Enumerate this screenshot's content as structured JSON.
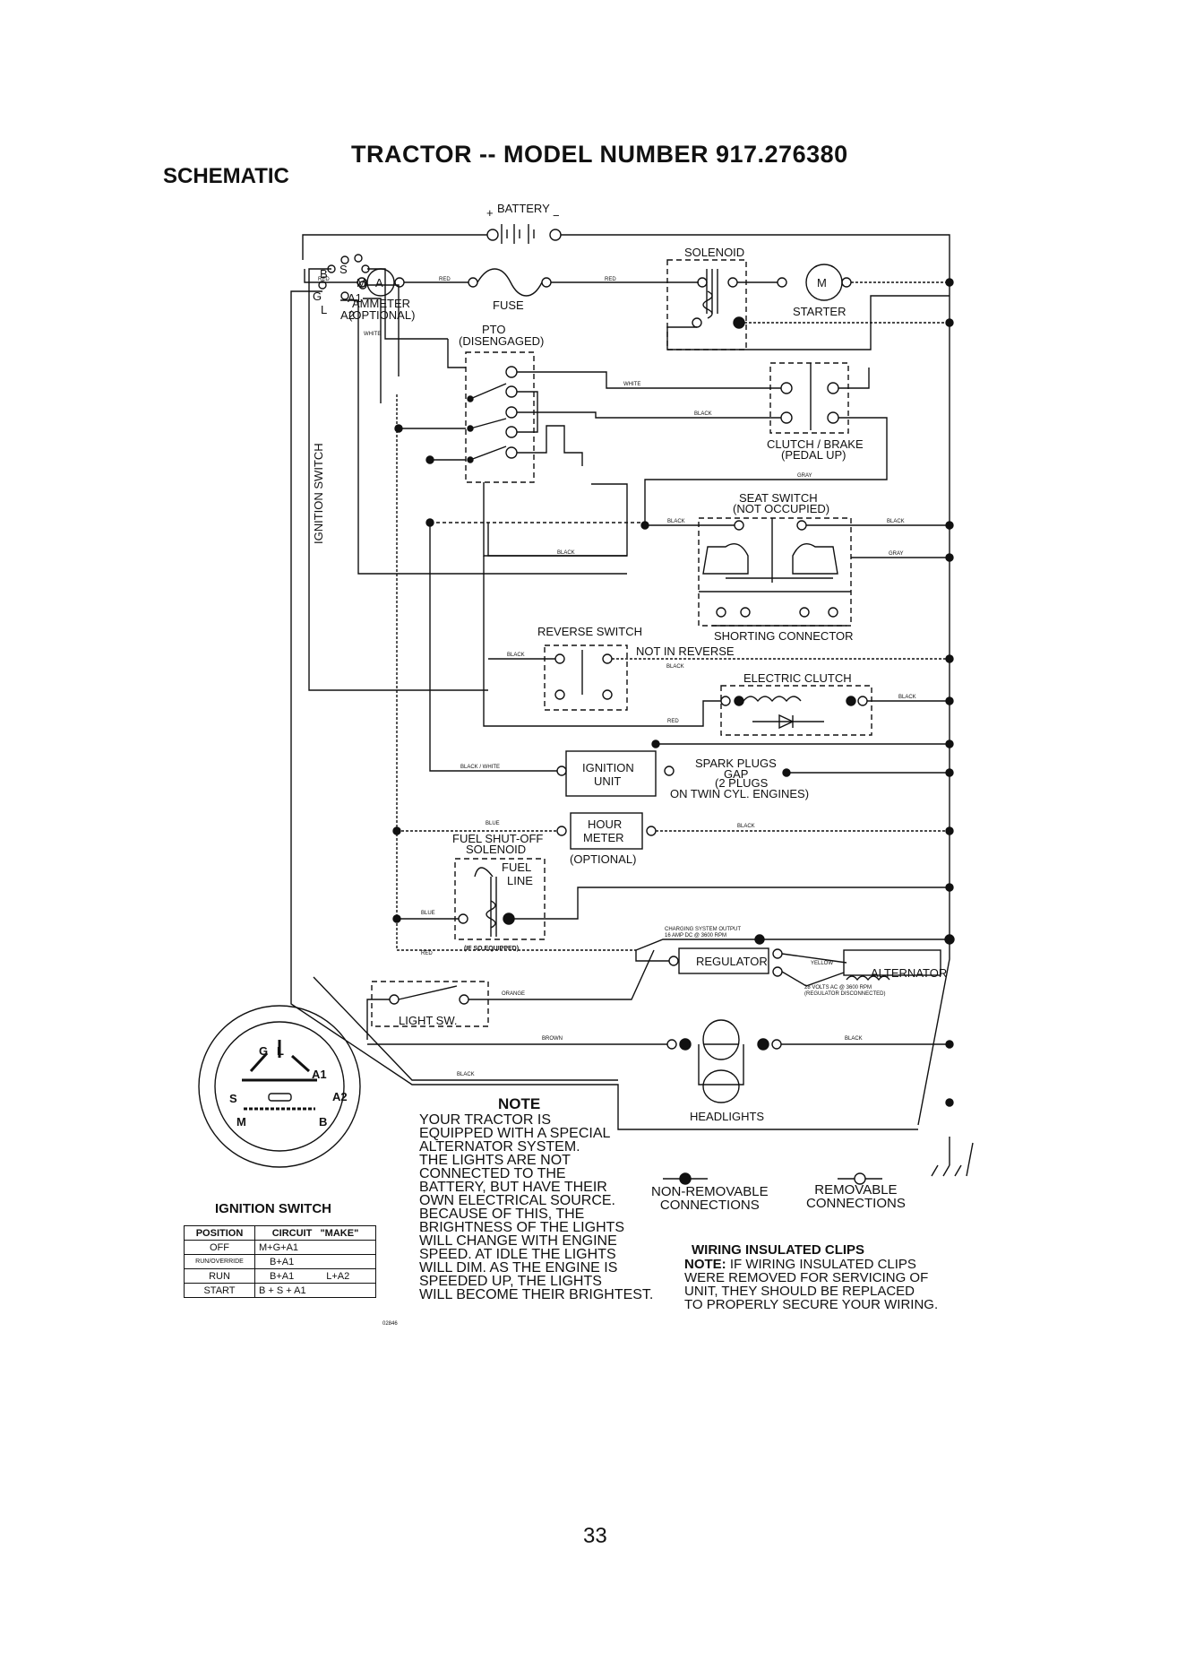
{
  "header": {
    "title": "TRACTOR -- MODEL NUMBER 917.276380",
    "section": "SCHEMATIC"
  },
  "labels": {
    "battery": "BATTERY",
    "solenoid": "SOLENOID",
    "ammeter": "AMMETER",
    "ammeter_optional": "(OPTIONAL)",
    "fuse": "FUSE",
    "starter": "STARTER",
    "starter_symbol": "M",
    "ammeter_symbol": "A",
    "pto": "PTO",
    "pto_state": "(DISENGAGED)",
    "clutch_brake": "CLUTCH / BRAKE",
    "clutch_brake_state": "(PEDAL UP)",
    "seat_switch": "SEAT SWITCH",
    "seat_switch_state": "(NOT OCCUPIED)",
    "shorting_connector": "SHORTING CONNECTOR",
    "reverse_switch": "REVERSE SWITCH",
    "not_in_reverse": "NOT IN REVERSE",
    "electric_clutch": "ELECTRIC CLUTCH",
    "ignition_unit_1": "IGNITION",
    "ignition_unit_2": "UNIT",
    "spark_plugs_1": "SPARK PLUGS",
    "spark_plugs_2": "GAP",
    "spark_plugs_3": "(2 PLUGS",
    "spark_plugs_4": "ON TWIN CYL. ENGINES)",
    "hour_meter_1": "HOUR",
    "hour_meter_2": "METER",
    "hour_meter_optional": "(OPTIONAL)",
    "fuel_solenoid_1": "FUEL SHUT-OFF",
    "fuel_solenoid_2": "SOLENOID",
    "fuel_line_1": "FUEL",
    "fuel_line_2": "LINE",
    "if_so_equipped": "(IF SO EQUIPPED)",
    "charging_1": "CHARGING SYSTEM OUTPUT",
    "charging_2": "16 AMP DC @ 3600 RPM",
    "regulator": "REGULATOR",
    "alternator": "ALTERNATOR",
    "alt_spec_1": "28 VOLTS AC @ 3600 RPM",
    "alt_spec_2": "(REGULATOR DISCONNECTED)",
    "light_sw": "LIGHT SW.",
    "headlights": "HEADLIGHTS",
    "ignition_switch_vertical": "IGNITION SWITCH",
    "ignition_switch_caption": "IGNITION SWITCH",
    "term_B": "B",
    "term_S": "S",
    "term_M": "M",
    "term_G": "G",
    "term_A1": "A1",
    "term_L": "L",
    "term_A2": "A2",
    "fig_number": "02846"
  },
  "wire_colors": {
    "red": "RED",
    "white": "WHITE",
    "black": "BLACK",
    "gray": "GRAY",
    "black_white": "BLACK / WHITE",
    "blue": "BLUE",
    "yellow": "YELLOW",
    "orange": "ORANGE",
    "brown": "BROWN"
  },
  "legend": {
    "non_removable_1": "NON-REMOVABLE",
    "non_removable_2": "CONNECTIONS",
    "removable_1": "REMOVABLE",
    "removable_2": "CONNECTIONS"
  },
  "note": {
    "heading": "NOTE",
    "lines": [
      "YOUR TRACTOR IS",
      "EQUIPPED WITH A SPECIAL",
      "ALTERNATOR SYSTEM.",
      "THE LIGHTS ARE NOT",
      "CONNECTED TO THE",
      "BATTERY, BUT HAVE THEIR",
      "OWN ELECTRICAL SOURCE.",
      "BECAUSE OF THIS, THE",
      "BRIGHTNESS OF THE LIGHTS",
      "WILL CHANGE WITH ENGINE",
      "SPEED.  AT IDLE THE LIGHTS",
      "WILL DIM.  AS THE ENGINE IS",
      "SPEEDED UP, THE LIGHTS",
      "WILL BECOME THEIR BRIGHTEST."
    ]
  },
  "clips": {
    "heading": "WIRING INSULATED CLIPS",
    "note_label": "NOTE:",
    "line1": " IF WIRING INSULATED CLIPS",
    "line2": "WERE REMOVED FOR SERVICING OF",
    "line3": "UNIT, THEY SHOULD BE REPLACED",
    "line4": "TO PROPERLY SECURE YOUR WIRING."
  },
  "ignition_table": {
    "headers": [
      "POSITION",
      "CIRCUIT",
      "\"MAKE\""
    ],
    "rows": [
      {
        "position": "OFF",
        "circuit": "M+G+A1",
        "extra": ""
      },
      {
        "position": "RUN/OVERRIDE",
        "circuit": "B+A1",
        "extra": ""
      },
      {
        "position": "RUN",
        "circuit": "B+A1",
        "extra": "L+A2"
      },
      {
        "position": "START",
        "circuit": "B + S + A1",
        "extra": ""
      }
    ]
  },
  "page_number": "33"
}
